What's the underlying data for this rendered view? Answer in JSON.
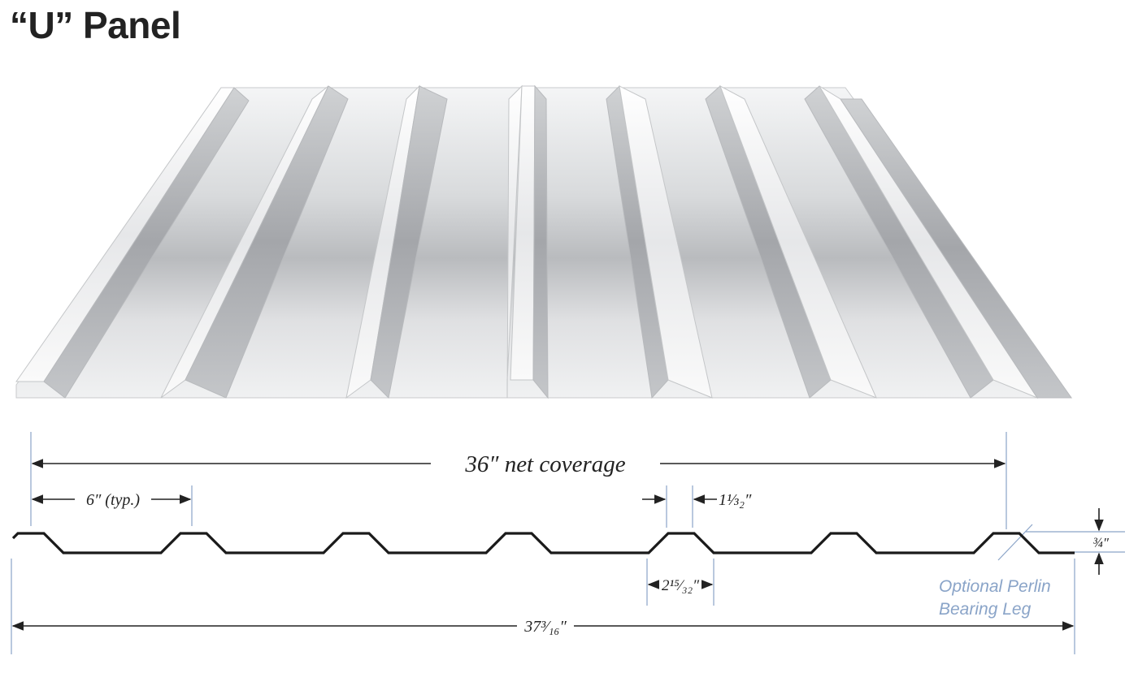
{
  "title": "“U” Panel",
  "dimensions": {
    "net_coverage": "36″ net coverage",
    "rib_spacing": "6″ (typ.)",
    "rib_top_width": "1⅓₂″",
    "rib_base_width": "2¹⁵⁄₃₂″",
    "rib_height": "¾″",
    "overall_width": "37³⁄₁₆″"
  },
  "note": {
    "line1": "Optional Perlin",
    "line2": "Bearing Leg"
  },
  "colors": {
    "profile": "#1a1a1a",
    "dimension_line": "#222222",
    "extension_line": "#8aa4c8",
    "note": "#8aa4c8"
  }
}
